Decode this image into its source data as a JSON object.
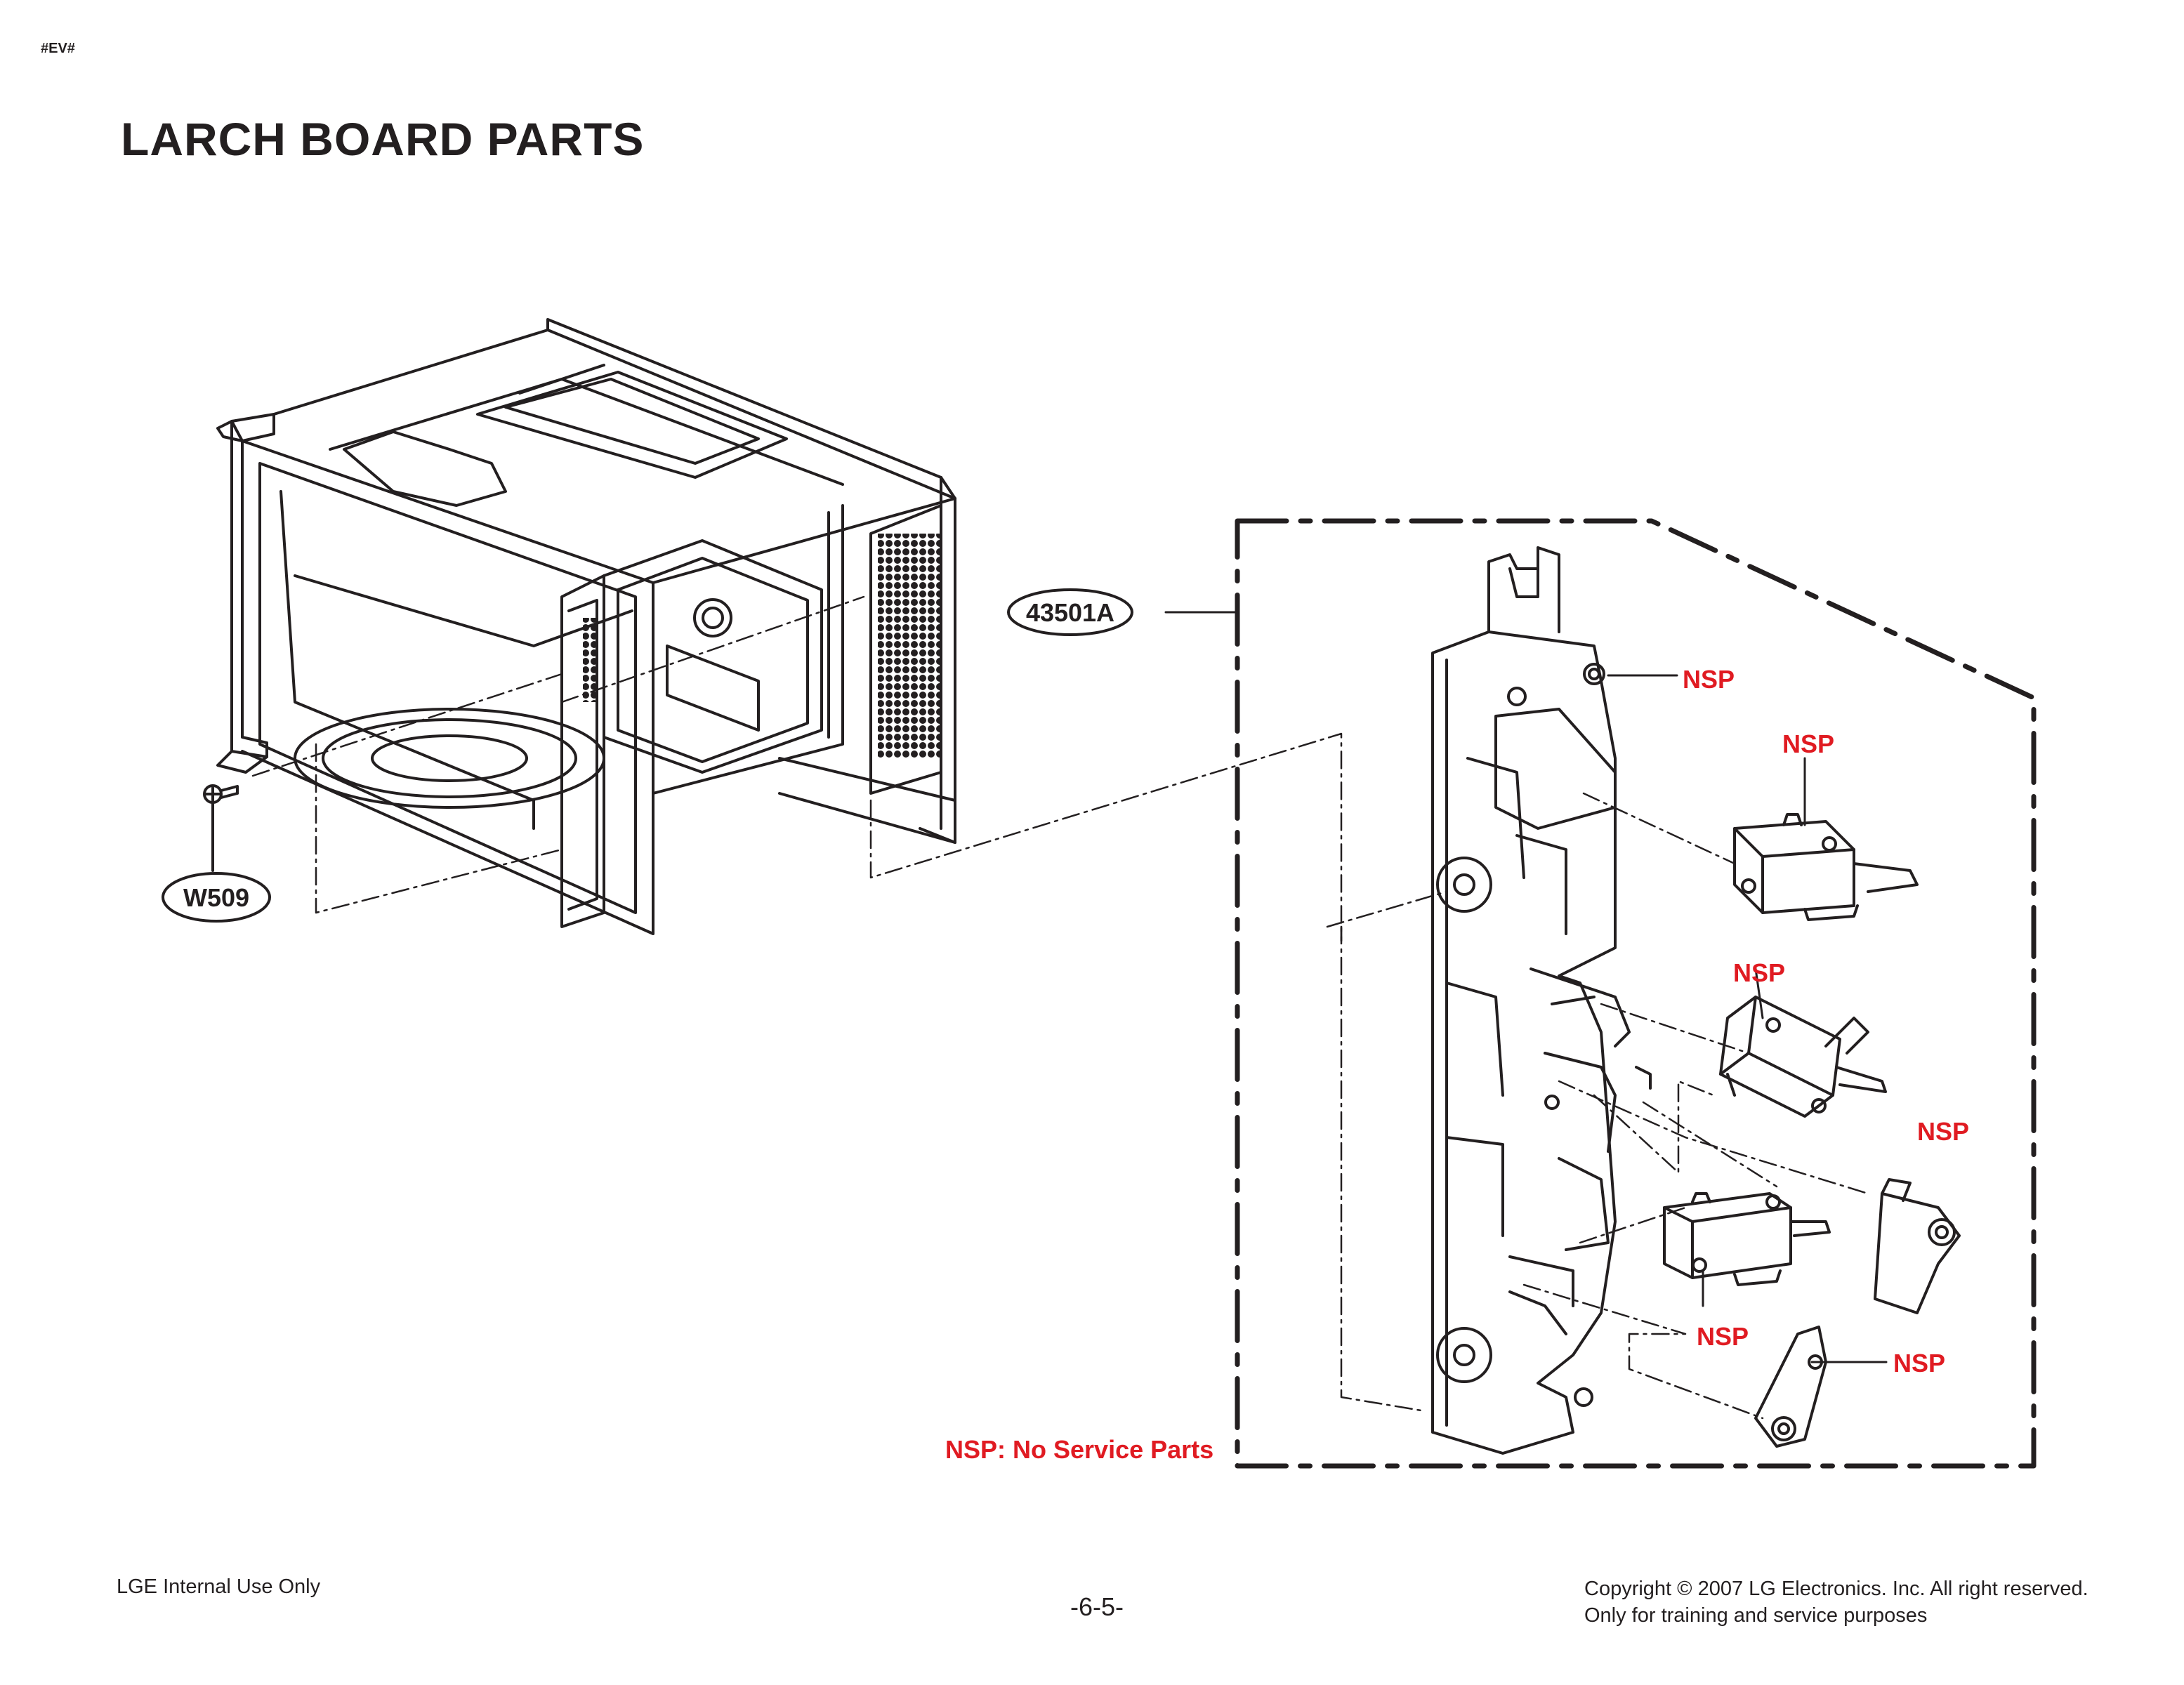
{
  "header": {
    "tag": "#EV#",
    "title": "LARCH BOARD PARTS"
  },
  "callouts": {
    "assembly": "43501A",
    "screw": "W509",
    "nsp_1": "NSP",
    "nsp_2": "NSP",
    "nsp_3": "NSP",
    "nsp_4": "NSP",
    "nsp_5": "NSP",
    "nsp_6": "NSP"
  },
  "legend": {
    "nsp_note": "NSP: No Service Parts"
  },
  "colors": {
    "nsp_red": "#e01b22",
    "line": "#231f20"
  },
  "footer": {
    "left": "LGE Internal Use Only",
    "page_number": "-6-5-",
    "copyright": "Copyright © 2007 LG Electronics. Inc. All right reserved.",
    "usage": "Only for training and service purposes"
  }
}
